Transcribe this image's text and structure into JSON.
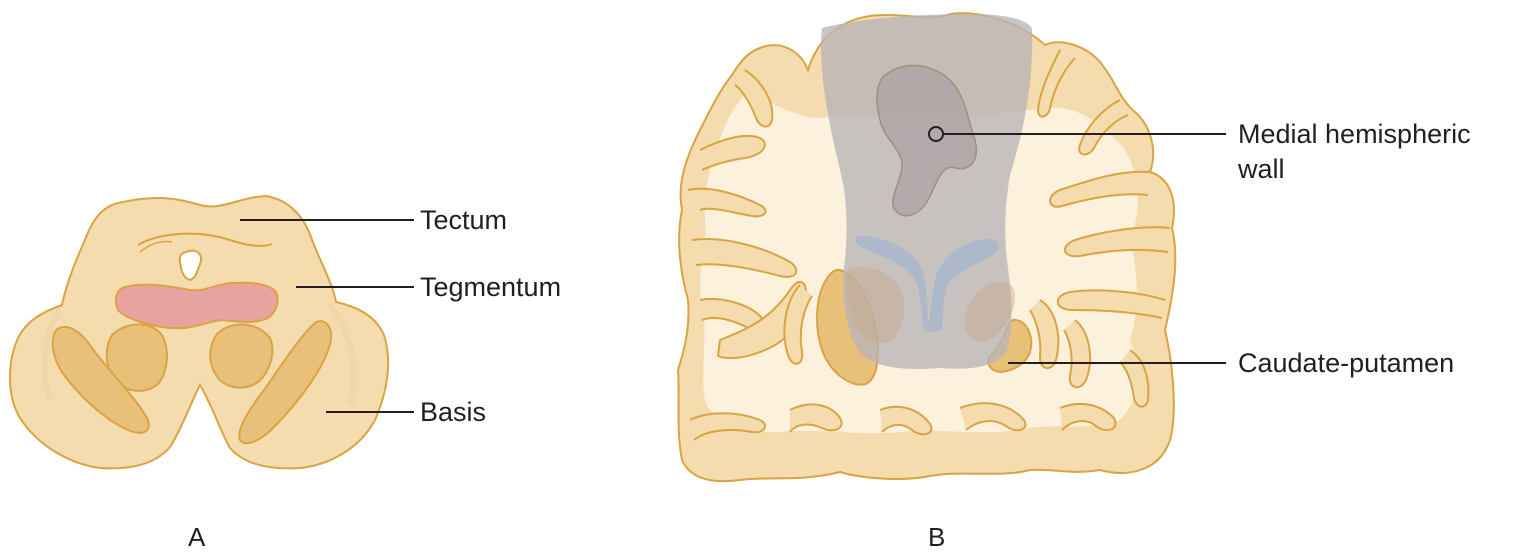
{
  "panels": [
    {
      "letter": "A",
      "labels": {
        "tectum": "Tectum",
        "tegmentum": "Tegmentum",
        "basis": "Basis"
      }
    },
    {
      "letter": "B",
      "labels": {
        "medial_line1": "Medial hemispheric",
        "medial_line2": "wall",
        "caudate": "Caudate-putamen"
      }
    }
  ],
  "colors": {
    "tissue": "#f5dcae",
    "outline": "#d9a441",
    "white_matter": "#fbf1dc",
    "nucleus": "#e8c07a",
    "pink_region": "#e8a3a0",
    "medial_wall": "#b8b4b8",
    "ventricle": "#a9b6cc",
    "leader": "#231f20"
  }
}
